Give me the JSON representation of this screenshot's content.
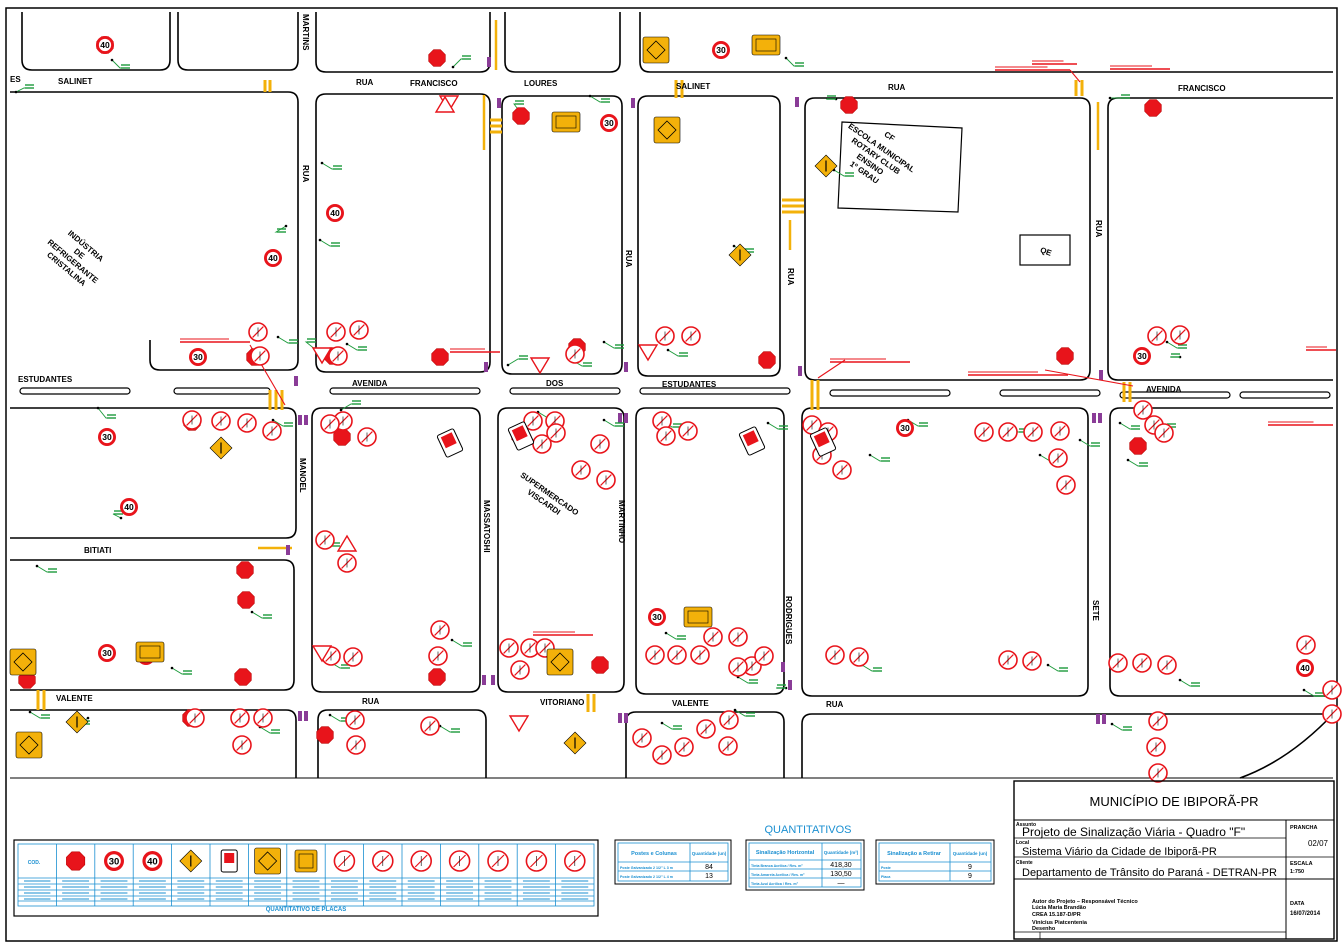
{
  "colors": {
    "stop_red": "#e8141b",
    "warn_yellow": "#f3b10a",
    "line_green": "#1c9a3b",
    "line_red": "#e8141b",
    "purple": "#8a3c97",
    "table_blue": "#1a8fd1"
  },
  "map": {
    "street_labels": [
      {
        "id": "salinet-left",
        "text": "SALINET"
      },
      {
        "id": "es-left",
        "text": "ES"
      },
      {
        "id": "martins",
        "text": "MARTINS"
      },
      {
        "id": "rua-top1",
        "text": "RUA"
      },
      {
        "id": "francisco-top1",
        "text": "FRANCISCO"
      },
      {
        "id": "loures",
        "text": "LOURES"
      },
      {
        "id": "salinet-mid",
        "text": "SALINET"
      },
      {
        "id": "rua-top2",
        "text": "RUA"
      },
      {
        "id": "francisco-top2",
        "text": "FRANCISCO"
      },
      {
        "id": "rua-v1",
        "text": "RUA"
      },
      {
        "id": "rua-v2",
        "text": "RUA"
      },
      {
        "id": "rua-v3",
        "text": "RUA"
      },
      {
        "id": "rua-v4",
        "text": "RUA"
      },
      {
        "id": "estudantes-left",
        "text": "ESTUDANTES"
      },
      {
        "id": "avenida-1",
        "text": "AVENIDA"
      },
      {
        "id": "dos",
        "text": "DOS"
      },
      {
        "id": "estudantes-mid",
        "text": "ESTUDANTES"
      },
      {
        "id": "avenida-2",
        "text": "AVENIDA"
      },
      {
        "id": "manoel",
        "text": "MANOEL"
      },
      {
        "id": "massatoshi",
        "text": "MASSATOSHI"
      },
      {
        "id": "martinho",
        "text": "MARTINHO"
      },
      {
        "id": "rodrigues",
        "text": "RODRIGUES"
      },
      {
        "id": "sete",
        "text": "SETE"
      },
      {
        "id": "bitiati",
        "text": "BITIATI"
      },
      {
        "id": "valente-left",
        "text": "VALENTE"
      },
      {
        "id": "rua-bottom1",
        "text": "RUA"
      },
      {
        "id": "vitoriano",
        "text": "VITORIANO"
      },
      {
        "id": "valente-mid",
        "text": "VALENTE"
      },
      {
        "id": "rua-bottom2",
        "text": "RUA"
      }
    ],
    "places": {
      "industria_l1": "INDÚSTRIA",
      "industria_l2": "DE",
      "industria_l3": "REFRIGERANTE",
      "industria_l4": "CRISTALINA",
      "escola_cf": "CF",
      "escola_l1": "ESCOLA MUNICIPAL",
      "escola_l2": "ROTARY CLUB",
      "escola_l3": "ENSINO",
      "escola_l4": "1º GRAU",
      "quadra_qe": "QE",
      "super_l1": "SUPERMERCADO",
      "super_l2": "VISCARDI"
    },
    "speed_values": {
      "s30": "30",
      "s40": "40"
    }
  },
  "legend_table": {
    "title": "QUANTITATIVO DE PLACAS",
    "first_col_label": "COD."
  },
  "quantitativos": {
    "title": "QUANTITATIVOS",
    "postes": {
      "header_item": "Postes e Colunas",
      "header_qty": "Quantidade (un)",
      "rows": [
        {
          "item": "Poste Galvanizado 2 1/2\" L 3 m",
          "qty": "84"
        },
        {
          "item": "Poste Galvanizado 2 1/2\" L 4 m",
          "qty": "13"
        }
      ]
    },
    "horizontal": {
      "header_item": "Sinalização Horizontal",
      "header_qty": "Quantidade (m²)",
      "rows": [
        {
          "item": "Tinta Branca Acrílica / Res. m²",
          "qty": "418,30"
        },
        {
          "item": "Tinta Amarela Acrílica / Res. m²",
          "qty": "130,50"
        },
        {
          "item": "Tinta Azul Acrílica / Res. m²",
          "qty": "—"
        }
      ]
    },
    "retirar": {
      "header_item": "Sinalização a Retirar",
      "header_qty": "Quantidade (un)",
      "rows": [
        {
          "item": "Poste",
          "qty": "9"
        },
        {
          "item": "Placa",
          "qty": "9"
        }
      ]
    }
  },
  "title_block": {
    "municipality": "MUNICÍPIO DE IBIPORÃ-PR",
    "assunto_label": "Assunto",
    "assunto": "Projeto de Sinalização Viária - Quadro \"F\"",
    "local_label": "Local",
    "local": "Sistema Viário da Cidade de Ibiporã-PR",
    "cliente_label": "Cliente",
    "cliente": "Departamento de Trânsito do Paraná - DETRAN-PR",
    "prancha_label": "PRANCHA",
    "prancha": "02/07",
    "escala_label": "ESCALA",
    "escala": "1:750",
    "data_label": "DATA",
    "data": "16/07/2014",
    "autor_l1": "Autor do Projeto – Responsável Técnico",
    "autor_l2": "Lúcia Maria Brandão",
    "autor_l3": "CREA 15.187-D/PR",
    "desenho_l1": "Vinícius Piatcentenia",
    "desenho_l2": "Desenho"
  }
}
